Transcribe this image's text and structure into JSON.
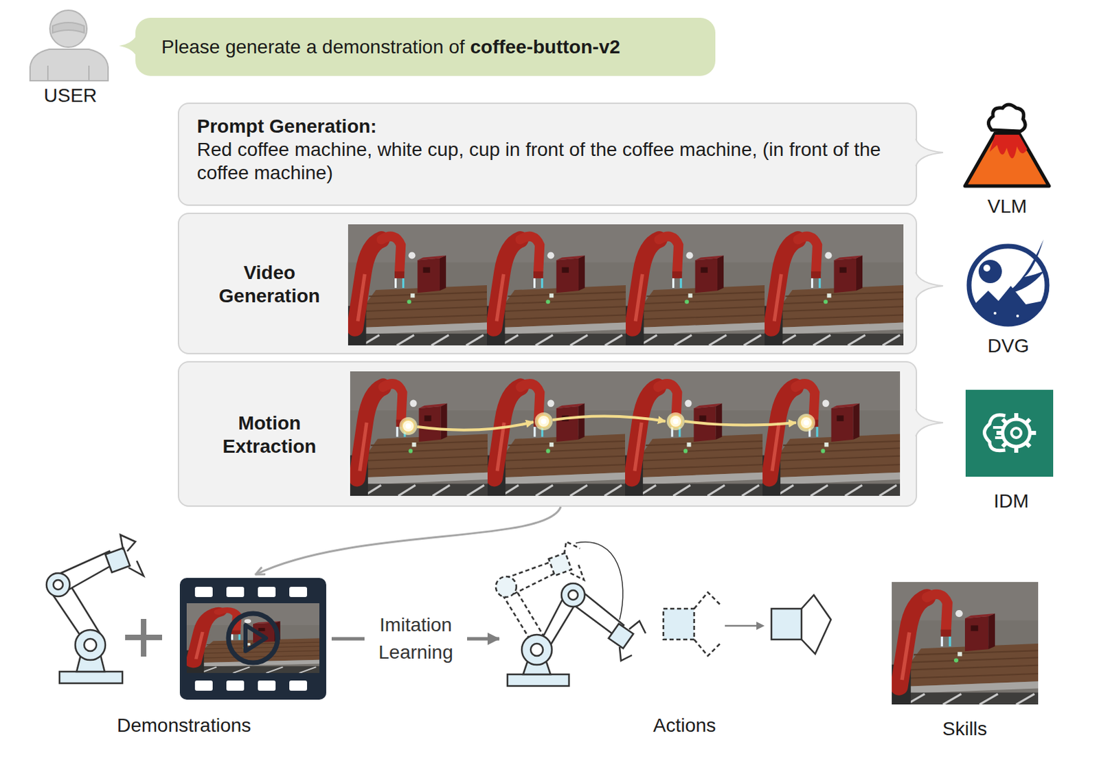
{
  "diagram": {
    "nodes": [
      {
        "text": [
          "Please generate a demonstration of",
          "coffee-button-v2"
        ]
      },
      {
        "text": [
          "Prompt Generation:",
          "Red coffee machine, white cup, cup in front of the coffee machine, (in front of the coffee machine)"
        ]
      },
      {
        "text": [
          "Video Generation"
        ]
      },
      {
        "text": [
          "Motion Extraction"
        ]
      },
      {
        "text": [
          "Demonstrations"
        ]
      },
      {
        "text": [
          "Actions"
        ]
      },
      {
        "text": [
          "Skills"
        ]
      }
    ],
    "edges": [
      {
        "from": 3,
        "to": 4,
        "arrow": "to"
      },
      {
        "from": 4,
        "to": 5,
        "label": "Imitation Learning",
        "arrow": "to"
      }
    ],
    "labels": [
      "USER",
      "VLM",
      "DVG",
      "IDM"
    ]
  }
}
